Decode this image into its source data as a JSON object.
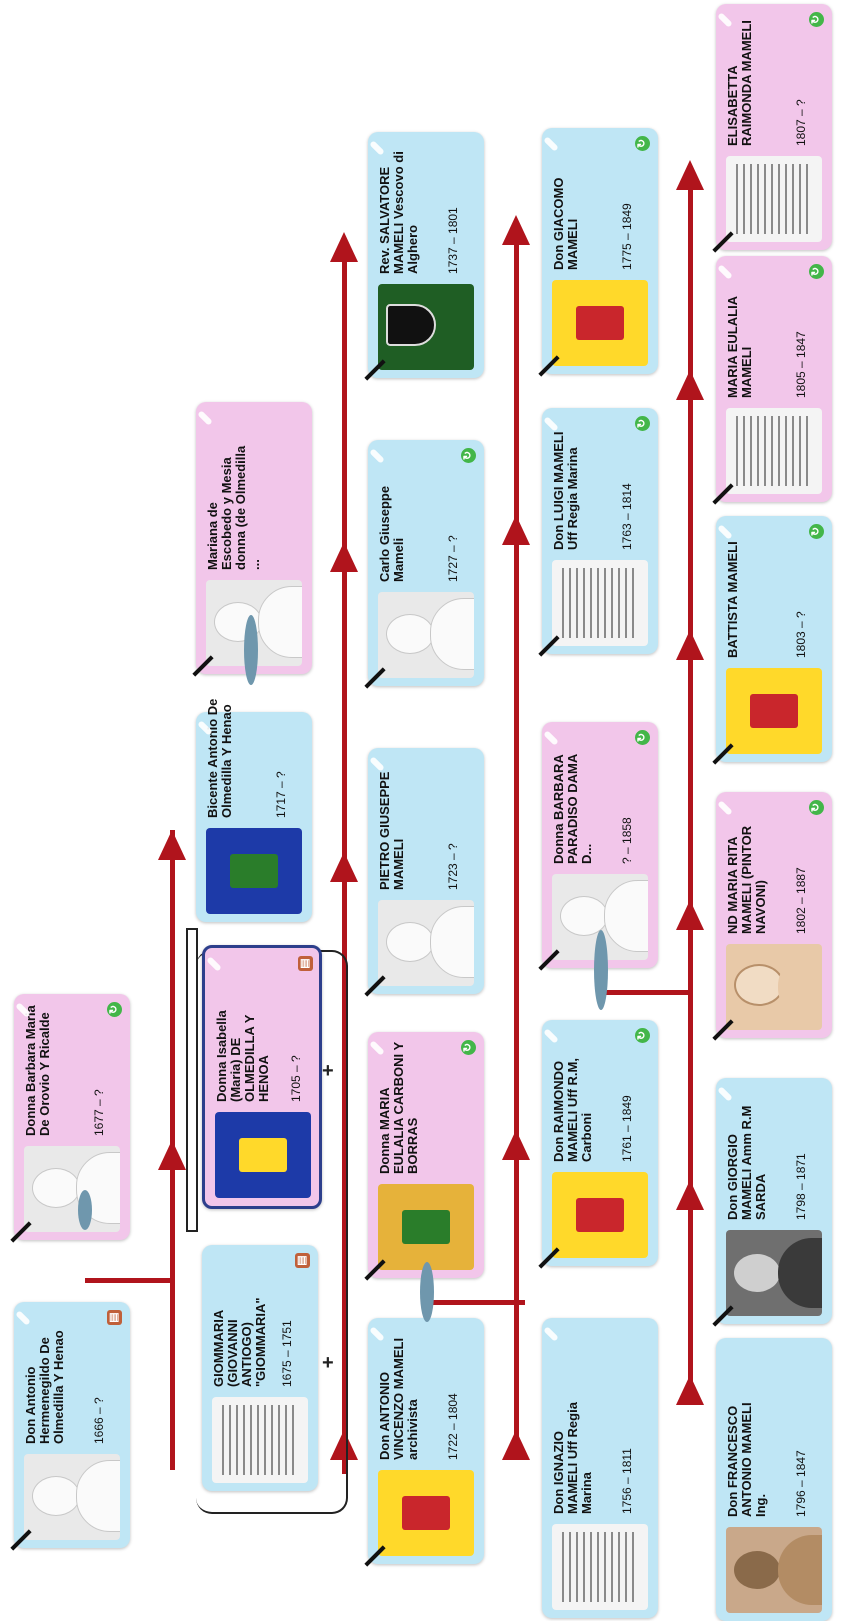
{
  "tree": {
    "people": [
      {
        "id": "p1",
        "name": "Don Antonio Hermenegildo De Olmedilla Y Henao",
        "years": "1666 – ?",
        "sex": "male",
        "photo": "silhouette",
        "badge": "history"
      },
      {
        "id": "p2",
        "name": "Donna Barbara Maria De Orovio Y Ricalde",
        "years": "1677 – ?",
        "sex": "female",
        "photo": "silhouette",
        "badge": "sync"
      },
      {
        "id": "p3",
        "name": "GIOMMARIA (GIOVANNI ANTIOGO) \"GIOMMARIA\"",
        "years": "1675 – 1751",
        "sex": "male",
        "photo": "document",
        "badge": "history"
      },
      {
        "id": "p4",
        "name": "Donna Isabella (Maria) DE OLMEDILLA Y HENOA",
        "years": "1705 – ?",
        "sex": "female",
        "photo": "crest",
        "badge": "history",
        "selected": true
      },
      {
        "id": "p5",
        "name": "Bicente Antonio De Olmedilla Y Henao",
        "years": "1717 – ?",
        "sex": "male",
        "photo": "crest",
        "badge": ""
      },
      {
        "id": "p6",
        "name": "Mariana de Escobedo y Mesia donna (de Olmedilla ...",
        "years": "",
        "sex": "female",
        "photo": "silhouette",
        "badge": ""
      },
      {
        "id": "p7",
        "name": "Don ANTONIO VINCENZO MAMELI archivista",
        "years": "1722 – 1804",
        "sex": "male",
        "photo": "crest",
        "badge": ""
      },
      {
        "id": "p8",
        "name": "Donna MARIA EULALIA CARBONI Y BORRAS",
        "years": "",
        "sex": "female",
        "photo": "crest",
        "badge": "sync"
      },
      {
        "id": "p9",
        "name": "PIETRO GIUSEPPE MAMELI",
        "years": "1723 – ?",
        "sex": "male",
        "photo": "silhouette",
        "badge": ""
      },
      {
        "id": "p10",
        "name": "Carlo Giuseppe Mameli",
        "years": "1727 – ?",
        "sex": "male",
        "photo": "silhouette",
        "badge": "sync"
      },
      {
        "id": "p11",
        "name": "Rev. SALVATORE MAMELI Vescovo di Alghero",
        "years": "1737 – 1801",
        "sex": "male",
        "photo": "arms",
        "badge": ""
      },
      {
        "id": "p12",
        "name": "Don IGNAZIO MAMELI Uff Regia Marina",
        "years": "1756 – 1811",
        "sex": "male",
        "photo": "document",
        "badge": ""
      },
      {
        "id": "p13",
        "name": "Don RAIMONDO MAMELI Uff R.M, Carboni",
        "years": "1761 – 1849",
        "sex": "male",
        "photo": "crest",
        "badge": "sync"
      },
      {
        "id": "p14",
        "name": "Donna BARBARA PARADISO DAMA D...",
        "years": "? – 1858",
        "sex": "female",
        "photo": "silhouette",
        "badge": "sync"
      },
      {
        "id": "p15",
        "name": "Don LUIGI MAMELI Uff Regia Marina",
        "years": "1763 – 1814",
        "sex": "male",
        "photo": "document",
        "badge": "sync"
      },
      {
        "id": "p16",
        "name": "Don GIACOMO MAMELI",
        "years": "1775 – 1849",
        "sex": "male",
        "photo": "crest",
        "badge": "sync"
      },
      {
        "id": "p17",
        "name": "Don FRANCESCO ANTONIO MAMELI Ing.",
        "years": "1796 – 1847",
        "sex": "male",
        "photo": "portrait",
        "badge": ""
      },
      {
        "id": "p18",
        "name": "Don GIORGIO MAMELI Amm R.M SARDA",
        "years": "1798 – 1871",
        "sex": "male",
        "photo": "portrait",
        "badge": ""
      },
      {
        "id": "p19",
        "name": "ND MARIA RITA MAMELI (PINTOR NAVONI)",
        "years": "1802 – 1887",
        "sex": "female",
        "photo": "portrait",
        "badge": "sync"
      },
      {
        "id": "p20",
        "name": "BATTISTA MAMELI",
        "years": "1803 – ?",
        "sex": "male",
        "photo": "crest",
        "badge": "sync"
      },
      {
        "id": "p21",
        "name": "MARIA EULALIA MAMELI",
        "years": "1805 – 1847",
        "sex": "female",
        "photo": "document",
        "badge": "sync"
      },
      {
        "id": "p22",
        "name": "ELISABETTA RAIMONDA MAMELI",
        "years": "1807 – ?",
        "sex": "female",
        "photo": "document",
        "badge": "sync"
      }
    ],
    "colors": {
      "line": "#b0141c",
      "male": "#bfe6f5",
      "female": "#f2c6ea",
      "selected_border": "#2d3f8c"
    }
  }
}
